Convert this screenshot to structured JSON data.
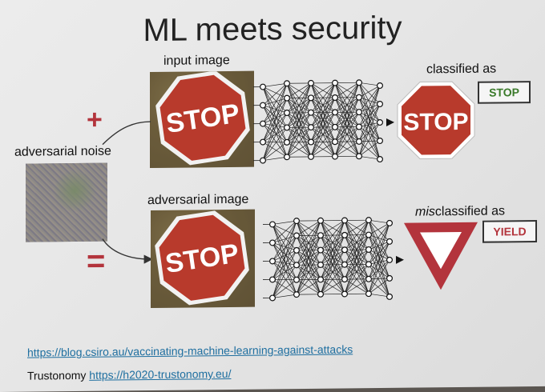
{
  "title": "ML meets security",
  "top_row": {
    "input_label": "input image",
    "stop_photo_text": "STOP",
    "output_sign_text": "STOP",
    "classified_label": "classified as",
    "class_badge": "STOP",
    "badge_color": "#3a7a2a"
  },
  "noise": {
    "label": "adversarial noise"
  },
  "operators": {
    "plus": "+",
    "equals": "="
  },
  "bottom_row": {
    "adversarial_label": "adversarial image",
    "stop_photo_text": "STOP",
    "mis_prefix": "mis",
    "mis_rest": "classified as",
    "class_badge": "YIELD",
    "badge_color": "#b3343c"
  },
  "footer": {
    "link1": "https://blog.csiro.au/vaccinating-machine-learning-against-attacks",
    "org": "Trustonomy",
    "link2": "https://h2020-trustonomy.eu/"
  },
  "colors": {
    "sign_red": "#b83a2c",
    "yield_red": "#b3343c"
  }
}
